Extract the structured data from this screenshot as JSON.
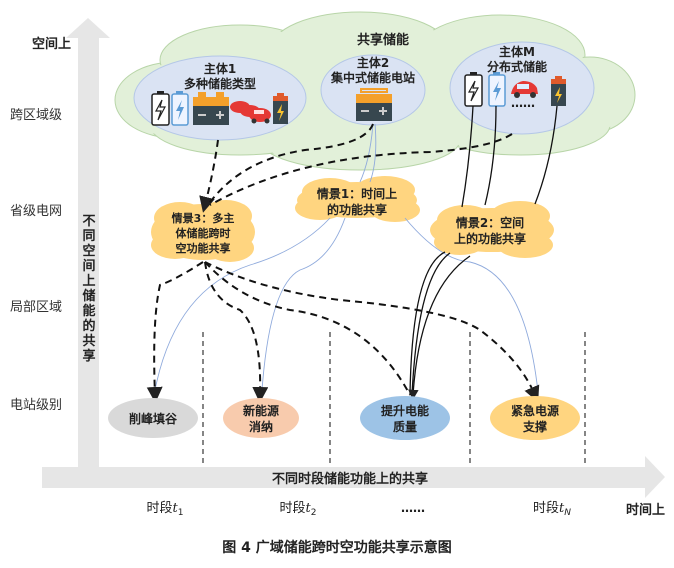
{
  "axes": {
    "y_axis_end_label": "空间上",
    "y_axis_bar_label": "不同空间上储能的共享",
    "x_axis_end_label": "时间上",
    "x_axis_bar_label": "不同时段储能功能上的共享"
  },
  "spatial_levels": [
    "跨区域级",
    "省级电网",
    "局部区域",
    "电站级别"
  ],
  "time_periods": [
    {
      "prefix": "时段",
      "symbol": "t",
      "subscript": "1"
    },
    {
      "prefix": "时段",
      "symbol": "t",
      "subscript": "2"
    },
    {
      "prefix": "",
      "symbol": "……",
      "subscript": ""
    },
    {
      "prefix": "时段",
      "symbol": "t",
      "subscript": "N"
    }
  ],
  "shared_storage": {
    "title": "共享储能",
    "entities": [
      {
        "line1": "主体1",
        "line2": "多种储能类型"
      },
      {
        "line1": "主体2",
        "line2": "集中式储能电站"
      },
      {
        "line1": "主体M",
        "line2": "分布式储能"
      }
    ],
    "ellipsis": "……"
  },
  "scenarios": [
    {
      "line1": "情景1：时间上",
      "line2": "的功能共享"
    },
    {
      "line1": "情景2：空间",
      "line2": "上的功能共享"
    },
    {
      "line1": "情景3：多主",
      "line2": "体储能跨时",
      "line3": "空功能共享"
    }
  ],
  "functions": [
    {
      "line1": "削峰填谷",
      "line2": "",
      "color": "#d9d9d9"
    },
    {
      "line1": "新能源",
      "line2": "消纳",
      "color": "#f8cbad"
    },
    {
      "line1": "提升电能",
      "line2": "质量",
      "color": "#9dc3e6"
    },
    {
      "line1": "紧急电源",
      "line2": "支撑",
      "color": "#ffd580"
    }
  ],
  "caption": "图 4  广域储能跨时空功能共享示意图",
  "colors": {
    "cloud_green": "#e2f0d9",
    "entity_blue": "#dae3f3",
    "scenario_orange": "#ffd580",
    "axis_gray": "#e6e6e6"
  }
}
